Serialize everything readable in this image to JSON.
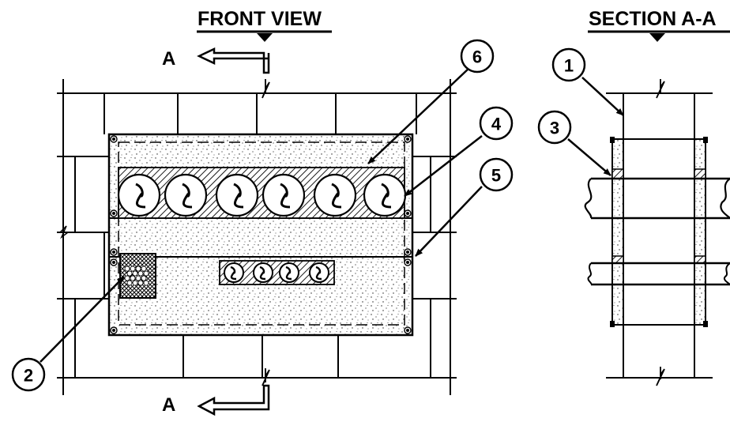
{
  "views": {
    "front_title": "FRONT VIEW",
    "section_title": "SECTION A-A"
  },
  "section_marks": {
    "top": "A",
    "bottom": "A"
  },
  "callouts": {
    "c1": "1",
    "c2": "2",
    "c3": "3",
    "c4": "4",
    "c5": "5",
    "c6": "6"
  }
}
